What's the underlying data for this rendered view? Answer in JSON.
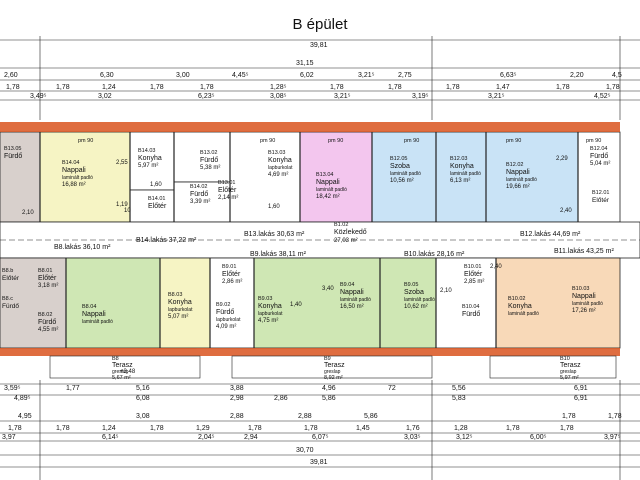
{
  "title": "B épület",
  "dims": {
    "top_total": "39,81",
    "top_inner": "31,15",
    "top_row1": [
      "2,60",
      "6,30",
      "3,00",
      "4,45⁵",
      "6,02",
      "3,21⁵",
      "2,75",
      "6,63⁵",
      "2,20",
      "4,5"
    ],
    "top_row2": [
      "1,78",
      "1,78",
      "1,24",
      "1,78",
      "1,78",
      "1,28⁵",
      "1,78",
      "1,78",
      "1,78",
      "1,47",
      "1,78",
      "1,78"
    ],
    "top_row3": [
      "3,49⁵",
      "3,02",
      "6,23⁵",
      "3,08⁵",
      "3,21⁵",
      "3,19⁵",
      "3,21⁵",
      "4,52⁵"
    ],
    "bot_row1": [
      "3,59⁵",
      "1,77",
      "5,16",
      "3,88",
      "4,96",
      "72",
      "5,56",
      "6,91"
    ],
    "bot_row2": [
      "4,89⁵",
      "6,08",
      "2,98",
      "2,86",
      "5,86",
      "5,83",
      "6,91"
    ],
    "bot_row3": [
      "4,95",
      "3,08",
      "2,88",
      "2,88",
      "5,86",
      "1,78",
      "1,78"
    ],
    "bot_row4": [
      "1,78",
      "1,78",
      "1,24",
      "1,78",
      "1,29",
      "1,78",
      "1,78",
      "1,45",
      "1,76",
      "1,28",
      "1,78",
      "1,78"
    ],
    "bot_row5": [
      "3,97",
      "6,14⁵",
      "2,04⁵",
      "2,94",
      "6,07⁵",
      "3,03⁵",
      "3,12⁵",
      "6,00⁵",
      "3,97⁵"
    ],
    "bot_inner": "30,70",
    "bot_total": "39,81",
    "side": [
      "2,55",
      "1,19",
      "10",
      "2,29",
      "2,40",
      "1,60",
      "2,10",
      "1,60",
      "1,40",
      "3,40",
      "2,10",
      "2,40"
    ],
    "level": "+3,48"
  },
  "rooms": [
    {
      "code": "B13.04",
      "name": "Nappali",
      "floor": "laminált padló",
      "area": "18,42 m²"
    },
    {
      "code": "B12.05",
      "name": "Szoba",
      "floor": "laminált padló",
      "area": "10,56 m²"
    },
    {
      "code": "B12.03",
      "name": "Konyha",
      "floor": "laminált padló",
      "area": "6,13 m²"
    },
    {
      "code": "B12.02",
      "name": "Nappali",
      "floor": "laminált padló",
      "area": "19,66 m²"
    },
    {
      "code": "B12.04",
      "name": "Fürdő",
      "floor": "",
      "area": "5,04 m²"
    },
    {
      "code": "B12.01",
      "name": "Előtér",
      "floor": "",
      "area": ""
    },
    {
      "code": "B14.04",
      "name": "Nappali",
      "floor": "laminált padló",
      "area": "16,88 m²"
    },
    {
      "code": "B14.03",
      "name": "Konyha",
      "floor": "",
      "area": "5,97 m²"
    },
    {
      "code": "B13.02",
      "name": "Fürdő",
      "floor": "",
      "area": "5,38 m²"
    },
    {
      "code": "B13.03",
      "name": "Konyha",
      "floor": "lapburkolat",
      "area": "4,69 m²"
    },
    {
      "code": "B13.01",
      "name": "Előtér",
      "floor": "",
      "area": "2,14 m²"
    },
    {
      "code": "B14.02",
      "name": "Fürdő",
      "floor": "",
      "area": "3,39 m²"
    },
    {
      "code": "B14.01",
      "name": "Előtér",
      "floor": "",
      "area": ""
    },
    {
      "code": "B13.05",
      "name": "Fürdő",
      "floor": "",
      "area": ""
    },
    {
      "code": "B8.04",
      "name": "Nappali",
      "floor": "laminált padló",
      "area": ""
    },
    {
      "code": "B8.03",
      "name": "Konyha",
      "floor": "lapburkolat",
      "area": "5,07 m²"
    },
    {
      "code": "B8.01",
      "name": "Előtér",
      "floor": "",
      "area": "3,18 m²"
    },
    {
      "code": "B8.02",
      "name": "Fürdő",
      "floor": "",
      "area": "4,55 m²"
    },
    {
      "code": "B9.01",
      "name": "Előtér",
      "floor": "",
      "area": "2,86 m²"
    },
    {
      "code": "B9.02",
      "name": "Fürdő",
      "floor": "lapburkolat",
      "area": "4,09 m²"
    },
    {
      "code": "B9.03",
      "name": "Konyha",
      "floor": "lapburkolat",
      "area": "4,75 m²"
    },
    {
      "code": "B9.04",
      "name": "Nappali",
      "floor": "laminált padló",
      "area": "16,50 m²"
    },
    {
      "code": "B9.05",
      "name": "Szoba",
      "floor": "laminált padló",
      "area": "10,62 m²"
    },
    {
      "code": "B10.01",
      "name": "Előtér",
      "floor": "",
      "area": "2,85 m²"
    },
    {
      "code": "B10.04",
      "name": "Fürdő",
      "floor": "",
      "area": ""
    },
    {
      "code": "B10.02",
      "name": "Konyha",
      "floor": "laminált padló",
      "area": ""
    },
    {
      "code": "B10.03",
      "name": "Nappali",
      "floor": "laminált padló",
      "area": "17,26 m²"
    },
    {
      "code": "B8.b",
      "name": "Előtér",
      "floor": "",
      "area": ""
    },
    {
      "code": "B8.c",
      "name": "Fürdő",
      "floor": "",
      "area": ""
    }
  ],
  "corridor": {
    "code": "B1.02",
    "name": "Közlekedő",
    "area": "27,03 m²"
  },
  "flats": [
    {
      "label": "B13.lakás 30,63 m²"
    },
    {
      "label": "B14.lakás 37,22 m²"
    },
    {
      "label": "B12.lakás 44,69 m²"
    },
    {
      "label": "B8.lakás 36,10 m²"
    },
    {
      "label": "B9.lakás 38,11 m²"
    },
    {
      "label": "B10.lakás 28,16 m²"
    },
    {
      "label": "B11.lakás 43,25 m²"
    }
  ],
  "terraces": [
    {
      "code": "B8",
      "name": "Terasz",
      "floor": "greslap",
      "area": "5,67 m²"
    },
    {
      "code": "B9",
      "name": "Terasz",
      "floor": "greslap",
      "area": "8,92 m²"
    },
    {
      "code": "B10",
      "name": "Terasz",
      "floor": "greslap",
      "area": "5,97 m²"
    }
  ],
  "pm": "pm 90",
  "colors": {
    "grey": "#d8d0cc",
    "pink": "#f3c6ee",
    "blue": "#c9e3f6",
    "green": "#cfe7b4",
    "orange": "#f8d9b8",
    "yellow": "#f6f4c4",
    "wall": "#d9541e"
  }
}
